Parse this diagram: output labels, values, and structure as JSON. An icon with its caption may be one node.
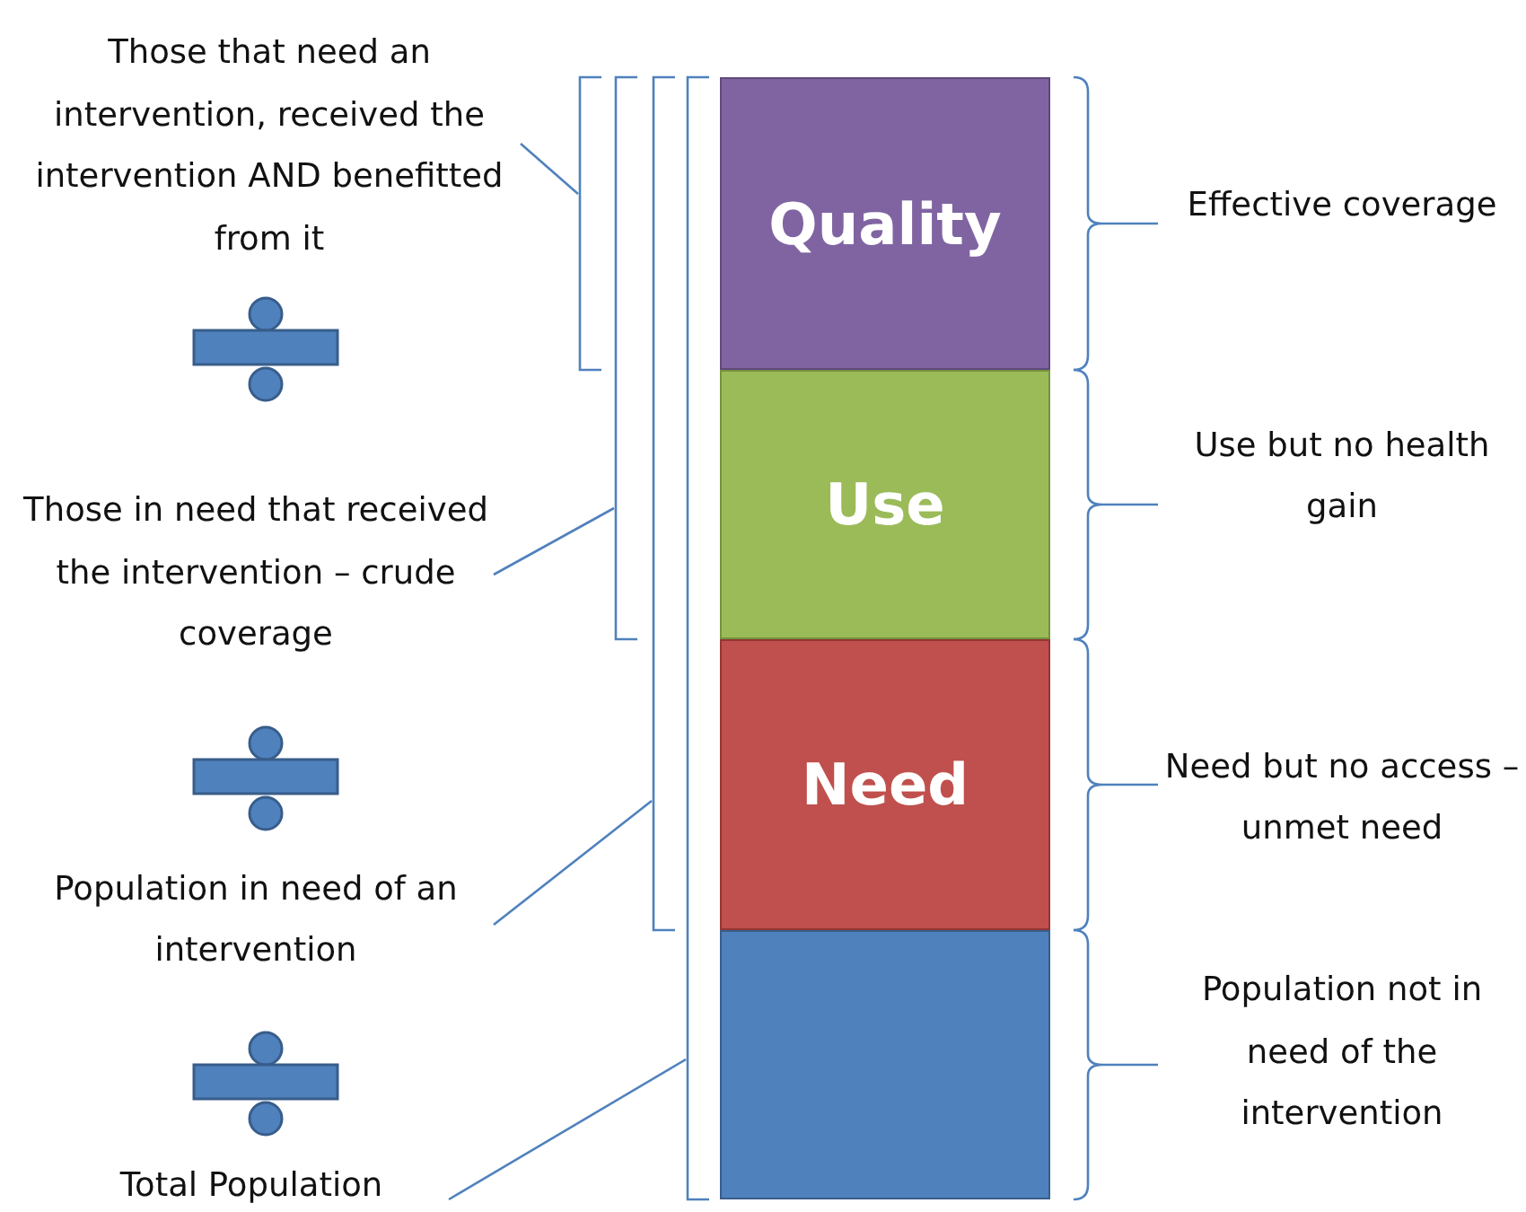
{
  "diagram": {
    "nodes": [
      {
        "text": [
          "Quality"
        ]
      },
      {
        "text": [
          "Use"
        ]
      },
      {
        "text": [
          "Need"
        ]
      },
      {
        "text": [],
        "shape": "box"
      },
      {
        "text": [
          "Those that need an intervention, received the intervention AND benefitted from it"
        ]
      },
      {
        "text": [
          "Those in need that received the intervention – crude coverage"
        ]
      },
      {
        "text": [
          "Population in need of an intervention"
        ]
      },
      {
        "text": [
          "Total Population"
        ]
      },
      {
        "text": [
          "Effective coverage"
        ]
      },
      {
        "text": [
          "Use but no health gain"
        ]
      },
      {
        "text": [
          "Need but no access – unmet need"
        ]
      },
      {
        "text": [
          "Population not in need of the intervention"
        ]
      },
      {
        "text": [],
        "shape": "bracket"
      },
      {
        "text": [],
        "shape": "bracket"
      },
      {
        "text": [],
        "shape": "bracket"
      },
      {
        "text": [],
        "shape": "bracket"
      },
      {
        "text": [],
        "shape": "bracket"
      },
      {
        "text": [],
        "shape": "bracket"
      },
      {
        "text": [],
        "shape": "bracket"
      },
      {
        "text": [],
        "shape": "bracket"
      }
    ],
    "edges": [
      {
        "from": 4,
        "to": 12,
        "arrow": "none"
      },
      {
        "from": 5,
        "to": 13,
        "arrow": "none"
      },
      {
        "from": 6,
        "to": 14,
        "arrow": "none"
      },
      {
        "from": 7,
        "to": 15,
        "arrow": "none"
      },
      {
        "from": 8,
        "to": 16,
        "arrow": "none"
      },
      {
        "from": 9,
        "to": 17,
        "arrow": "none"
      },
      {
        "from": 10,
        "to": 18,
        "arrow": "none"
      },
      {
        "from": 11,
        "to": 19,
        "arrow": "none"
      }
    ]
  }
}
